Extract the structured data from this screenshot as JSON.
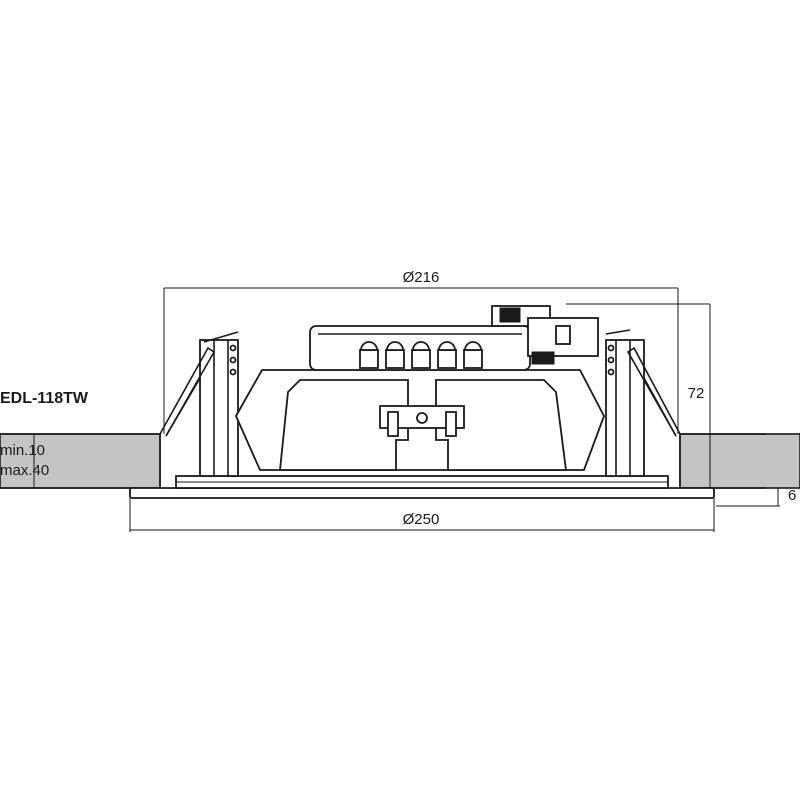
{
  "model": "EDL-118TW",
  "dimensions": {
    "cutout_diameter": "Ø216",
    "outer_diameter": "Ø250",
    "depth": "72",
    "flange_height": "6",
    "ceiling_min": "min.10",
    "ceiling_max": "max.40"
  },
  "colors": {
    "line": "#1a1a1a",
    "ceiling_fill": "#c4c4c4",
    "background": "#ffffff"
  }
}
